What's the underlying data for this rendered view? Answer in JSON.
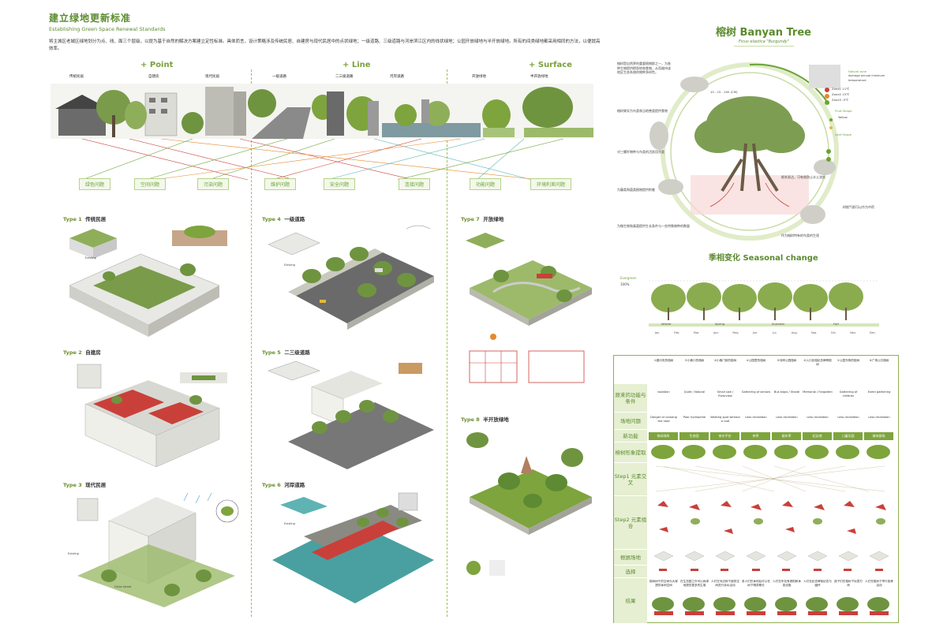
{
  "header": {
    "title": "建立绿地更新标准",
    "subtitle": "Establishing Green Space Renewal Standards",
    "intro": "将主城区老城区绿地划分为点、线、面三个层级，以提为基于自然的解决方案建立定性标准。具体而言，设计策略涉及传统民居、自建房与现代民居中的点状绿地；一级道路、三级道路与河岸滨江区内的线状绿地；公园开放绿地与半开放绿地。所有的间类绿地都采用相同的方法，以便提高效率。"
  },
  "columns": [
    "+ Point",
    "+ Line",
    "+ Surface"
  ],
  "photo_labels": [
    "传统民居",
    "自建房",
    "现代民居",
    "一级道路",
    "二三级道路",
    "河岸道路",
    "开放绿地",
    "半开放绿地"
  ],
  "issues": [
    "绿色问题",
    "空间问题",
    "污染问题",
    "维护问题",
    "安全问题",
    "连接问题",
    "功能问题",
    "环境利差问题"
  ],
  "types": [
    {
      "label": "Type 1",
      "name": "传统民居"
    },
    {
      "label": "Type 2",
      "name": "自建房"
    },
    {
      "label": "Type 3",
      "name": "现代民居"
    },
    {
      "label": "Type 4",
      "name": "一级道路"
    },
    {
      "label": "Type 5",
      "name": "二三级道路"
    },
    {
      "label": "Type 6",
      "name": "河岸道路"
    },
    {
      "label": "Type 7",
      "name": "开放绿地"
    },
    {
      "label": "Type 8",
      "name": "半开放绿地"
    }
  ],
  "tags": {
    "existing": "Existing",
    "clean_street": "Clean street"
  },
  "banyan": {
    "title": "榕树 Banyan Tree",
    "latin": "Ficus elastica \"Burgundy\"",
    "note_top": "榕树是自然界的重要植物群之一，为各种生物提供栖息地和食物，从而维持该地区生态系统的物种多样性。",
    "legend_title": "Natural zone",
    "legend_sub": "Average annual minimum temperature",
    "zones": [
      "Zone1 11℃",
      "Zone2 15℃",
      "Zone3 -5℃"
    ],
    "fruit_shape": "Fruit Shape",
    "yellow": "Yellow",
    "leaf_shape": "Leaf Shape",
    "height_range": "10 - 15 - 200 (CM)",
    "notes": [
      "榕树果实为鸟类和当地兽类提供食物",
      "对三螺杆物种与鸟类的活跃用壳类",
      "为藤类和菌类植物提供附着",
      "为微生物和真菌提供生长条件与一些特殊物种的数量",
      "根系发达，可有效防止水土流失",
      "树根气根可以作为中药",
      "作为榕树特有的鸟类的生境"
    ]
  },
  "season": {
    "title": "季相变化 Seasonal change",
    "evergreen": "Evergreen",
    "percent": "100%",
    "seasons": [
      "Winter",
      "Spring",
      "Summer",
      "Fall"
    ],
    "months": [
      "Jan.",
      "Feb.",
      "Mar.",
      "Apr.",
      "May.",
      "Jun.",
      "Jul.",
      "Aug.",
      "Sep.",
      "Oct.",
      "Nov.",
      "Dec."
    ]
  },
  "matrix": {
    "top_row": [
      "①路中央的榕树",
      "②小巷口的榕树",
      "③小巷门前的榕树",
      "④公园里的榕树",
      "⑤河岸公园榕树",
      "⑥入口处榕纪念碑旁榕树",
      "⑦公园东侧的榕树",
      "⑧广场公共榕树"
    ],
    "rows": [
      "原来的功能与条件",
      "场地问题",
      "新功能",
      "榕树形象提取",
      "Step1 元素交叉",
      "Step2 元素组合",
      "根据场地",
      "选择",
      "结果"
    ],
    "functions": [
      "Isolation",
      "Quiet / Natural",
      "Small size / Riverview",
      "Gathering of seniors",
      "Bus stops / Shade",
      "Memorial / Forgotten",
      "Gathering of children",
      "Event gathering"
    ],
    "issues": [
      "Danger of crossing the road",
      "Poor hydrophile",
      "Walking spot without a roof",
      "Less recreation",
      "Less recreation",
      "Less recreation",
      "Less recreation",
      "Less recreation"
    ],
    "new_functions": [
      "休闲场所",
      "生态园",
      "亲水平台",
      "茶亭",
      "候车亭",
      "纪念地",
      "儿童乐园",
      "城市剧场"
    ],
    "results": [
      "榕树树干的空间为大家提供休闲空间",
      "在生态园之外可以树绿地提供更多的生境",
      "人们在河边和下面的空间进行亲水活动",
      "老人们在休闲后可以在树下喝茶聊天",
      "人们在车站有遮阳和休息设施",
      "人们在纪念碑前纪念与缅怀",
      "孩子们在榕树下玩耍打闹",
      "人们在榕树下举行各种活动"
    ]
  },
  "colors": {
    "accent": "#6aa334",
    "dark_green": "#5b8a2e",
    "red": "#c9403a",
    "teal": "#5fb3b3",
    "orange": "#e58a2d"
  }
}
